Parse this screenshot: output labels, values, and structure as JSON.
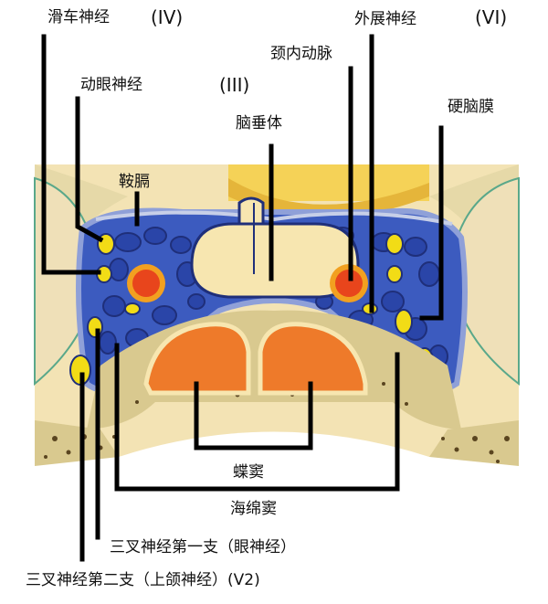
{
  "labels": {
    "trochlear": "滑车神经",
    "trochlear_num": "(IV)",
    "abducens": "外展神经",
    "abducens_num": "(VI)",
    "internal_carotid": "颈内动脉",
    "oculomotor": "动眼神经",
    "oculomotor_num": "(III)",
    "pituitary": "脑垂体",
    "diaphragma": "鞍膈",
    "dura": "硬脑膜",
    "sphenoid_sinus": "蝶窦",
    "cavernous_sinus": "海绵窦",
    "v1": "三叉神经第一支（眼神经）",
    "v2": "三叉神经第二支（上颌神经）(V2)"
  },
  "colors": {
    "sinus_blue": "#3c5bbf",
    "sinus_mesh": "#1f2f7a",
    "nerve_yellow": "#f2dc16",
    "artery_red": "#e8451c",
    "gland_cream": "#f7e6b0",
    "sinus_orange": "#ee7a2a",
    "bone": "#e9dfb6"
  }
}
